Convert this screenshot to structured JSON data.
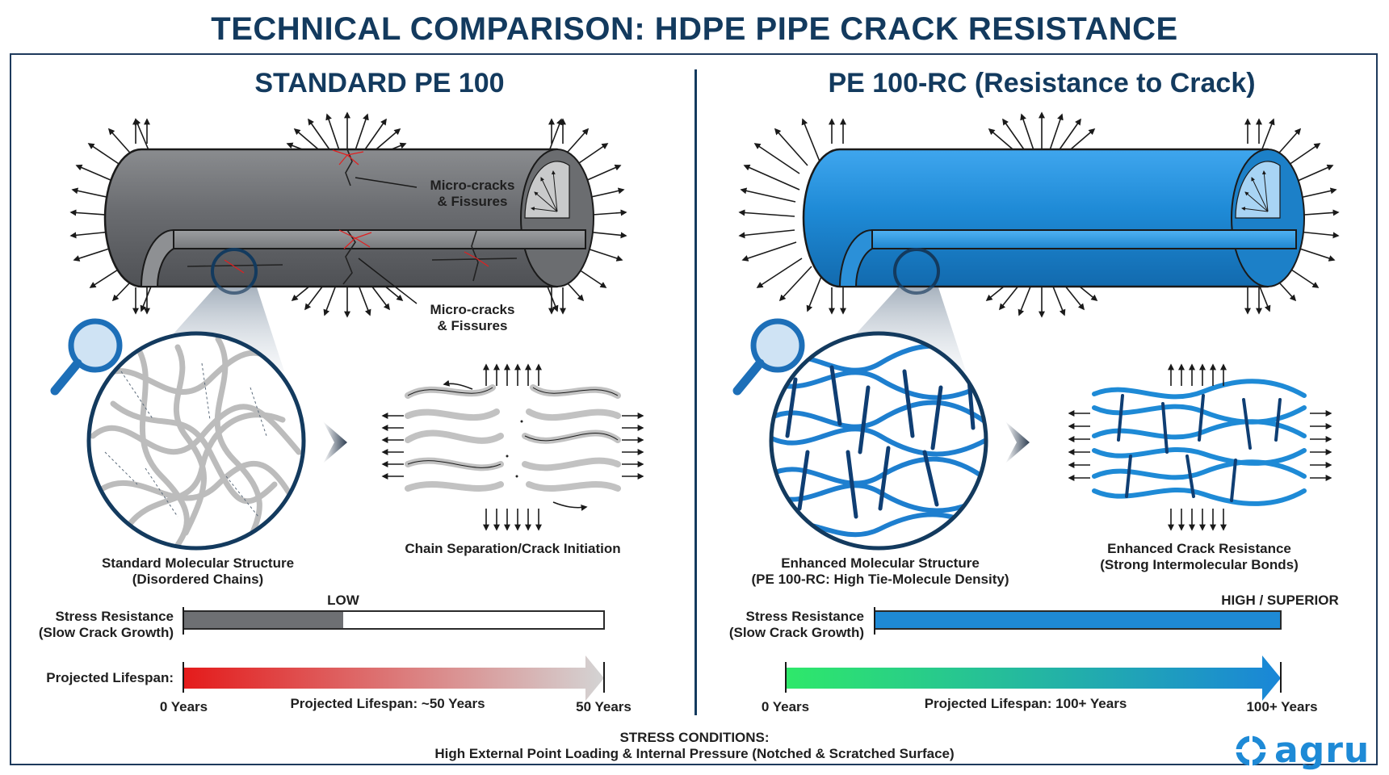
{
  "title": "TECHNICAL COMPARISON: HDPE PIPE CRACK RESISTANCE",
  "left": {
    "heading": "STANDARD PE 100",
    "pipe_callouts": [
      "Micro-cracks\n& Fissures",
      "Micro-cracks\n& Fissures"
    ],
    "structure_caption": "Standard Molecular Structure\n(Disordered Chains)",
    "stress_caption": "Chain Separation/Crack Initiation",
    "resistance_label": "Stress Resistance\n(Slow Crack Growth)",
    "resistance_level_text": "LOW",
    "resistance_fraction": 0.38,
    "lifespan_label": "Projected Lifespan:",
    "lifespan_start": "0 Years",
    "lifespan_end": "50 Years",
    "lifespan_note": "Projected Lifespan: ~50 Years"
  },
  "right": {
    "heading": "PE 100-RC (Resistance to Crack)",
    "structure_caption": "Enhanced Molecular Structure\n(PE 100-RC: High Tie-Molecule Density)",
    "stress_caption": "Enhanced Crack Resistance\n(Strong Intermolecular Bonds)",
    "resistance_label": "Stress Resistance\n(Slow Crack Growth)",
    "resistance_level_text": "HIGH / SUPERIOR",
    "resistance_fraction": 1.0,
    "lifespan_start": "0 Years",
    "lifespan_end": "100+ Years",
    "lifespan_note": "Projected Lifespan: 100+ Years"
  },
  "footer": {
    "line1": "STRESS CONDITIONS:",
    "line2": "High External Point Loading & Internal Pressure (Notched & Scratched Surface)"
  },
  "logo": {
    "text": "agru",
    "icon": "agru-logo-icon"
  },
  "colors": {
    "navy": "#133a5e",
    "standard_gray": "#6e7073",
    "rc_blue": "#1e8ad6",
    "crack_red": "#e02020",
    "green_start": "#2ee86a"
  }
}
